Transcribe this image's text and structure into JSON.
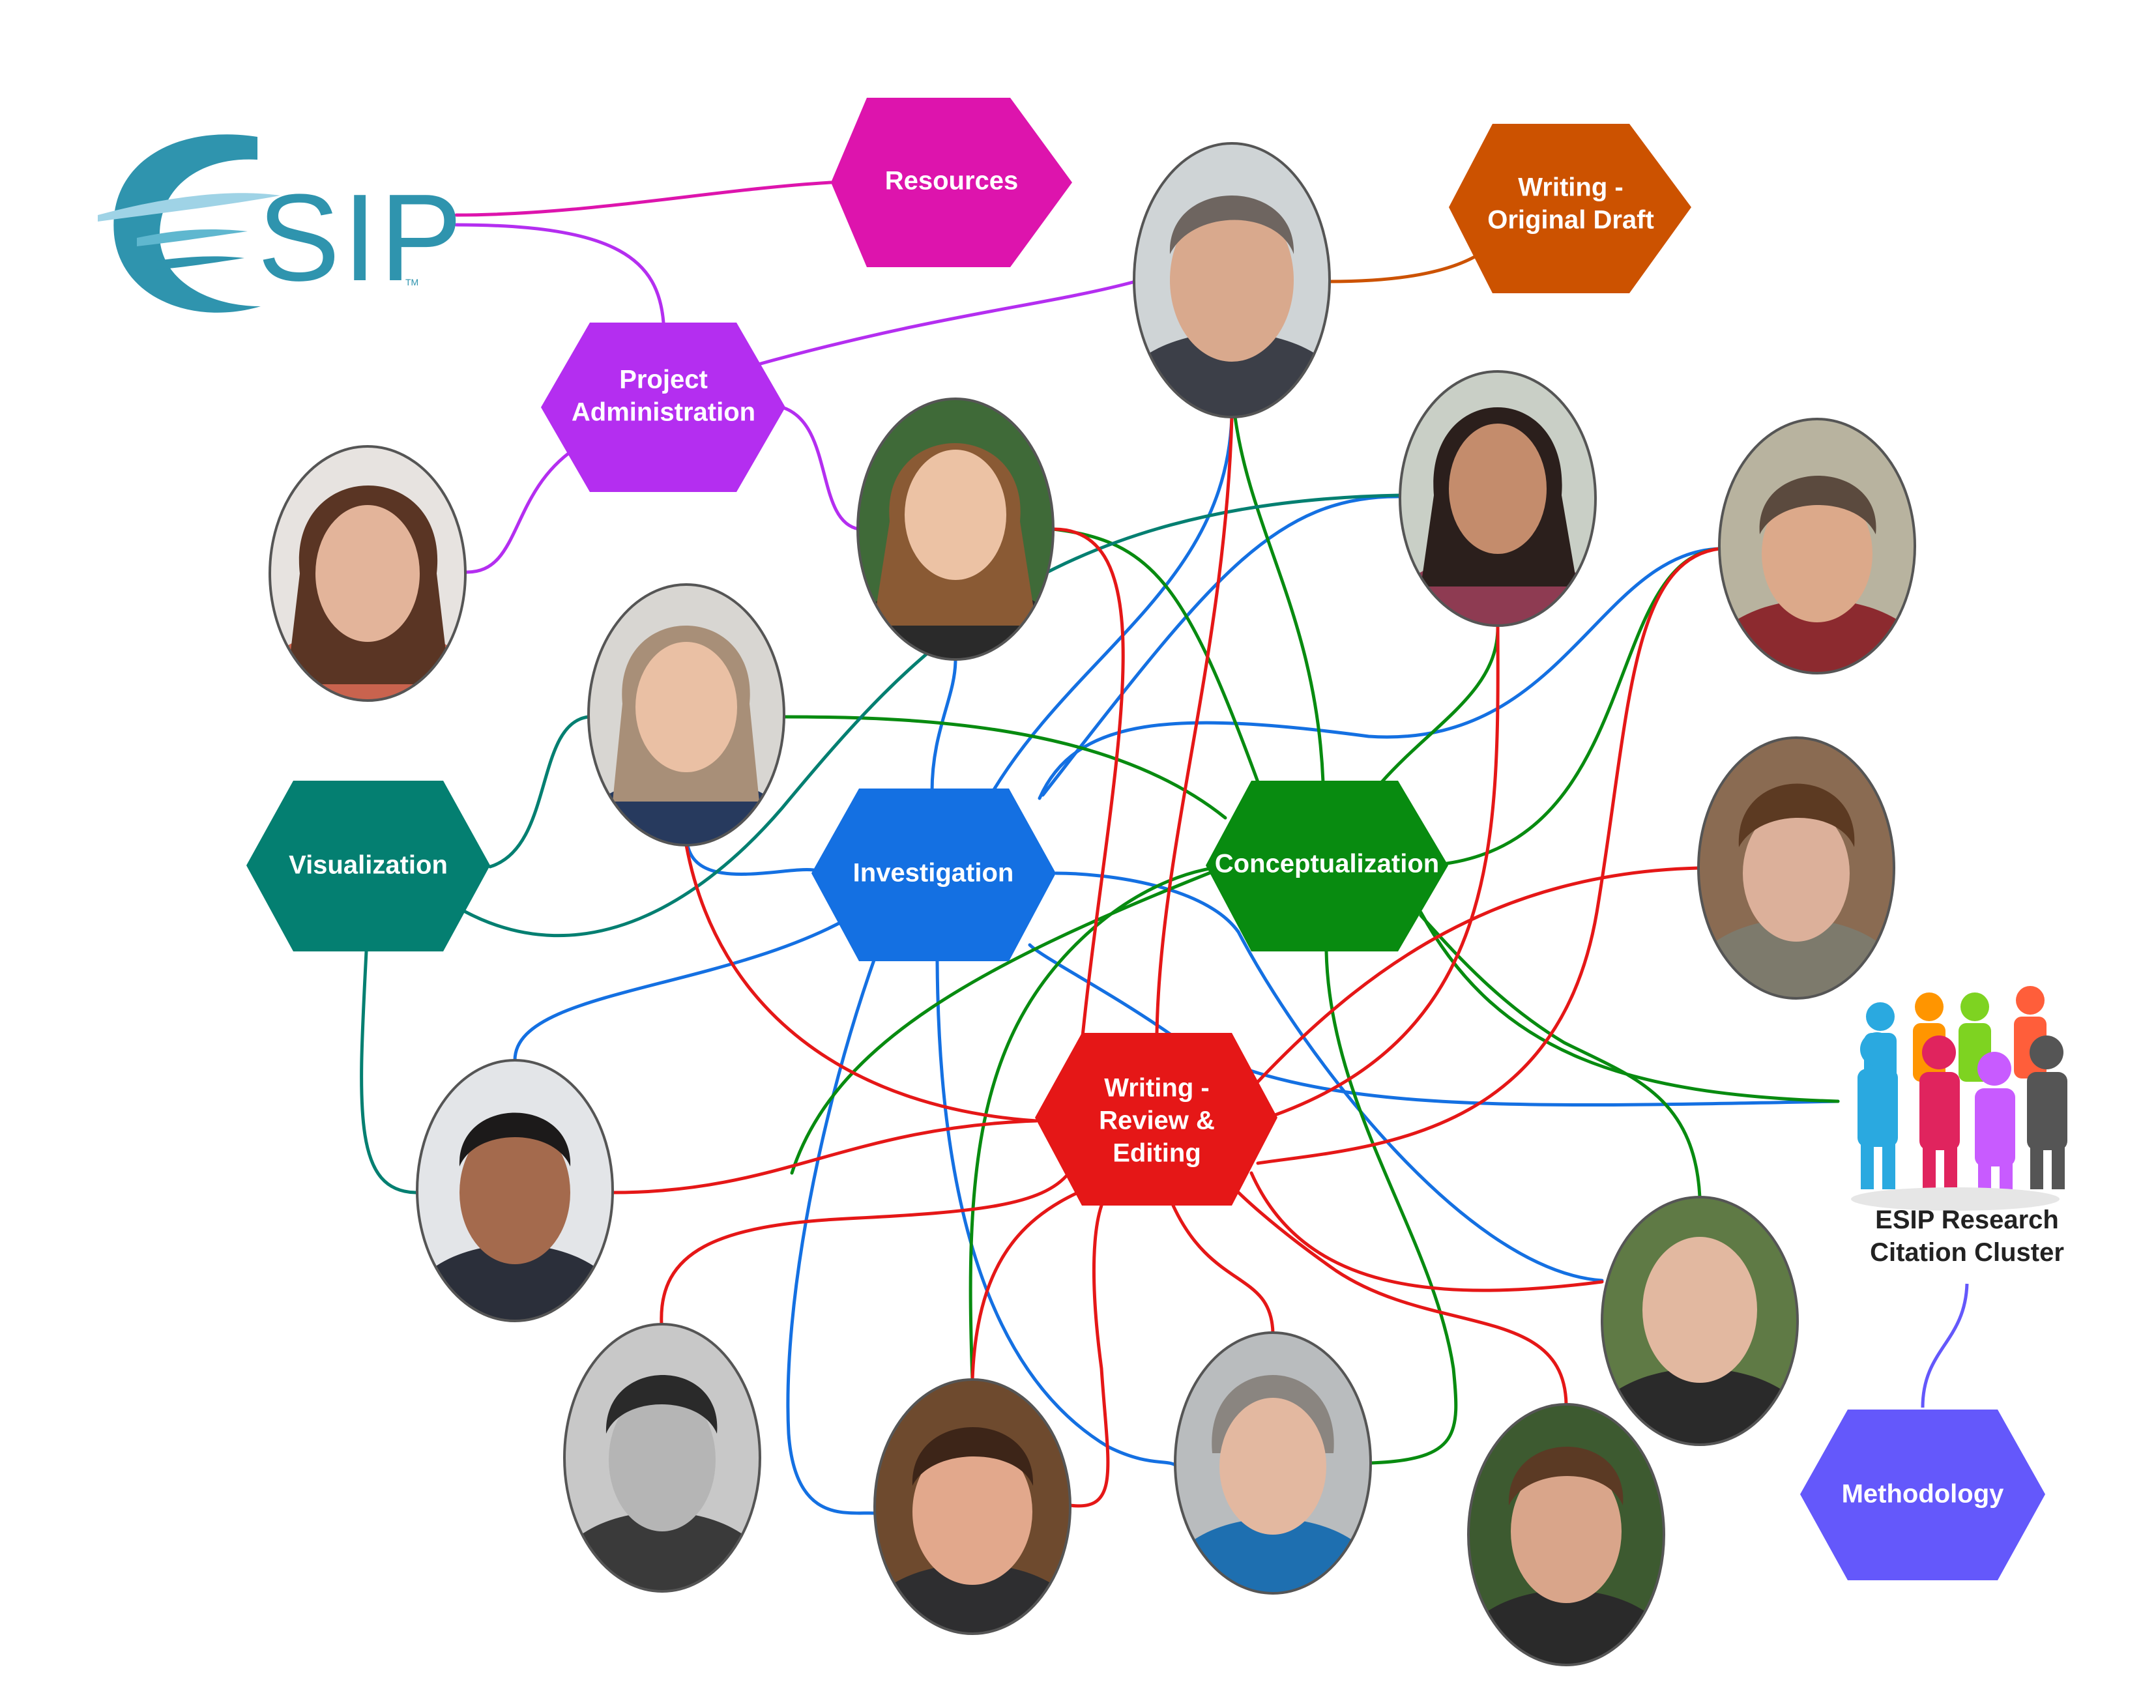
{
  "logo": {
    "text": "SIP",
    "trademark": "TM",
    "colors": {
      "swoosh_dark": "#2f94ae",
      "swoosh_light": "#9fd3e6"
    }
  },
  "roles": [
    {
      "id": "resources",
      "label_lines": [
        "Resources"
      ],
      "color": "#dd14ad"
    },
    {
      "id": "writing-original-draft",
      "label_lines": [
        "Writing -",
        "Original Draft"
      ],
      "color": "#cc5200"
    },
    {
      "id": "project-administration",
      "label_lines": [
        "Project",
        "Administration"
      ],
      "color": "#b42ef0"
    },
    {
      "id": "visualization",
      "label_lines": [
        "Visualization"
      ],
      "color": "#047f71"
    },
    {
      "id": "investigation",
      "label_lines": [
        "Investigation"
      ],
      "color": "#1470e2"
    },
    {
      "id": "conceptualization",
      "label_lines": [
        "Conceptualization"
      ],
      "color": "#088b10"
    },
    {
      "id": "writing-review-editing",
      "label_lines": [
        "Writing -",
        "Review &",
        "Editing"
      ],
      "color": "#e51717"
    },
    {
      "id": "methodology",
      "label_lines": [
        "Methodology"
      ],
      "color": "#6458fb"
    }
  ],
  "people": [
    {
      "id": "p1"
    },
    {
      "id": "p2"
    },
    {
      "id": "p3"
    },
    {
      "id": "p4"
    },
    {
      "id": "p5"
    },
    {
      "id": "p6"
    },
    {
      "id": "p7"
    },
    {
      "id": "p8"
    },
    {
      "id": "p9"
    },
    {
      "id": "p10"
    },
    {
      "id": "p11"
    },
    {
      "id": "p12"
    },
    {
      "id": "p13"
    },
    {
      "id": "p14"
    },
    {
      "id": "p15"
    }
  ],
  "cluster": {
    "label_lines": [
      "ESIP Research",
      "Citation Cluster"
    ],
    "figure_colors": [
      "#ff3b30",
      "#ff9500",
      "#7ed321",
      "#ff5e3a",
      "#2aa9e0",
      "#e0245e",
      "#c85bff",
      "#555555"
    ]
  },
  "edges": [
    {
      "from": "logo",
      "to": "resources",
      "color": "#dd14ad"
    },
    {
      "from": "logo",
      "to": "project-administration",
      "color": "#b42ef0"
    },
    {
      "from": "p1",
      "to": "writing-original-draft",
      "color": "#cc5200"
    },
    {
      "from": "p1",
      "to": "project-administration",
      "color": "#b42ef0"
    },
    {
      "from": "p2",
      "to": "project-administration",
      "color": "#b42ef0"
    },
    {
      "from": "p3",
      "to": "project-administration",
      "color": "#b42ef0"
    },
    {
      "from": "cluster",
      "to": "methodology",
      "color": "#6458fb"
    }
  ]
}
